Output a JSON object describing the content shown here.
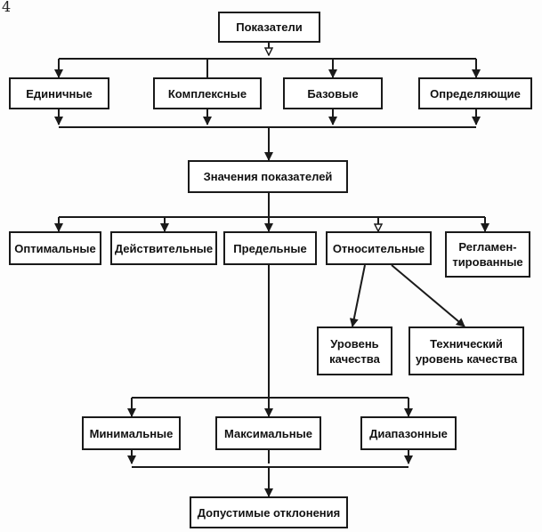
{
  "nodes": {
    "root": "Показатели",
    "unit": "Единичные",
    "complex": "Комплексные",
    "base": "Базовые",
    "defining": "Определяющие",
    "values": "Значения показателей",
    "optimal": "Оптимальные",
    "actual": "Действительные",
    "limit": "Предельные",
    "relative": "Относительные",
    "regulated": "Регламен-\nтированные",
    "quality_level": "Уровень\nкачества",
    "tech_quality_level": "Технический\nуровень качества",
    "minimal": "Минимальные",
    "maximal": "Максимальные",
    "range": "Диапазонные",
    "tolerances": "Допустимые отклонения"
  },
  "page_mark": "4",
  "colors": {
    "line": "#1a1a1a",
    "box_border": "#1a1a1a",
    "background": "#fdfdfd"
  }
}
